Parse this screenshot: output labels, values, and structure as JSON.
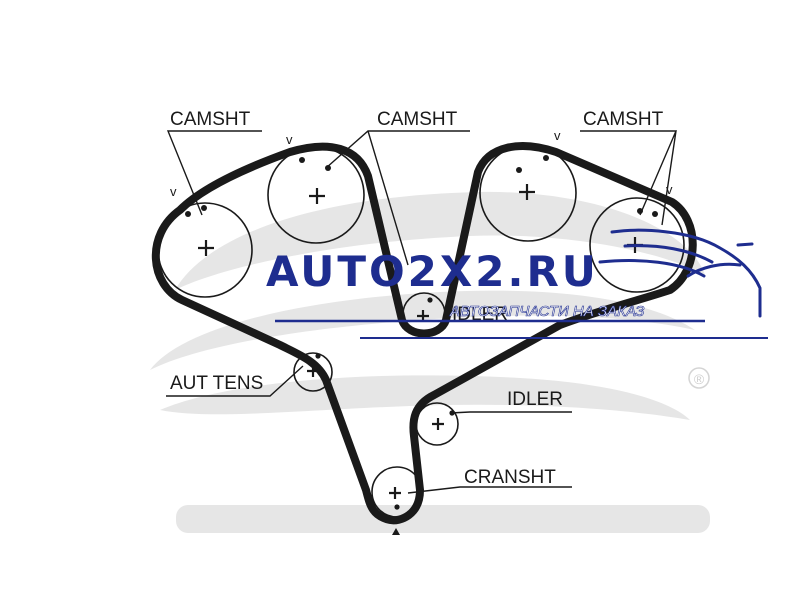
{
  "diagram": {
    "labels": {
      "camshaft_left": "CAMSHT",
      "camshaft_middle": "CAMSHT",
      "camshaft_right": "CAMSHT",
      "auto_tensioner": "AUT TENS",
      "idler_right": "IDLER",
      "idler_top": "IDLER",
      "crankshaft": "CRANSHT"
    },
    "timing_marks": [
      "v",
      "v",
      "v",
      "v"
    ],
    "registered_mark": "®"
  },
  "watermark": {
    "title": "AUTO2X2.RU",
    "subtitle": "АВТОЗАПЧАСТИ НА ЗАКАЗ",
    "color": "#1e2d8f",
    "icon": "car-icon"
  },
  "colors": {
    "line": "#1a1a1a",
    "background_logo": "#e6e6e6",
    "accent": "#1e2d8f"
  }
}
